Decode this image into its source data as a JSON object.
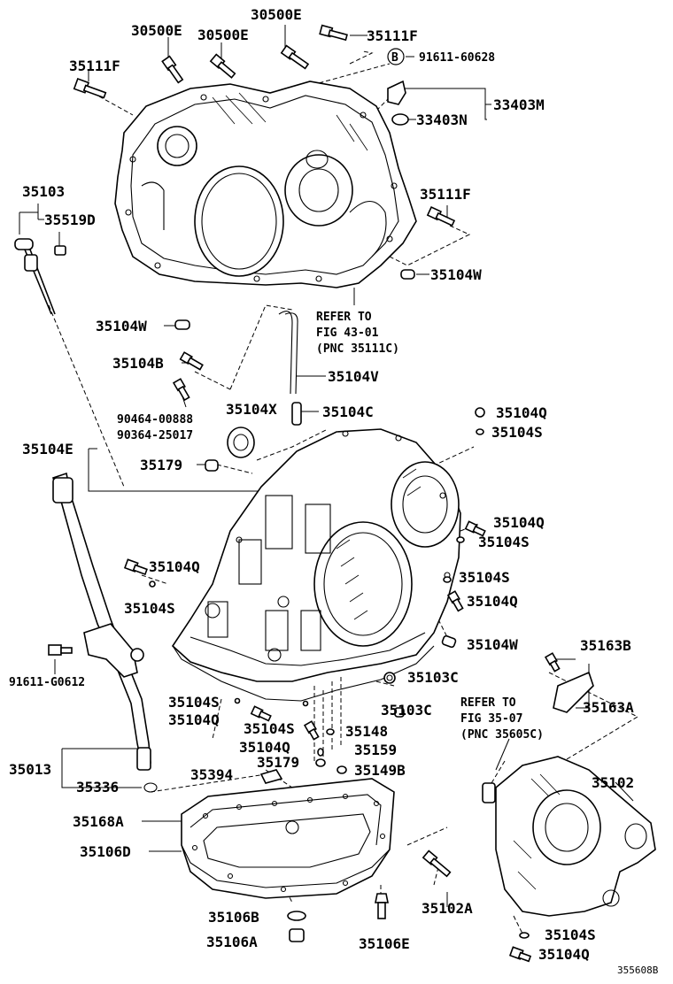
{
  "labels": {
    "l_30500E_a": "30500E",
    "l_30500E_b": "30500E",
    "l_30500E_c": "30500E",
    "l_35111F_a": "35111F",
    "l_35111F_b": "35111F",
    "l_35111F_c": "35111F",
    "l_B": "B",
    "l_91611_60628": "91611-60628",
    "l_33403M": "33403M",
    "l_33403N": "33403N",
    "l_35103": "35103",
    "l_35519D": "35519D",
    "l_35104W_a": "35104W",
    "l_35104W_b": "35104W",
    "l_35104W_c": "35104W",
    "l_refer1_a": "REFER TO",
    "l_refer1_b": "FIG 43-01",
    "l_refer1_c": "(PNC 35111C)",
    "l_35104B": "35104B",
    "l_35104V": "35104V",
    "l_90464": "90464-00888",
    "l_90364": "90364-25017",
    "l_35104X": "35104X",
    "l_35104C": "35104C",
    "l_35104Q_a": "35104Q",
    "l_35104S_a": "35104S",
    "l_35104E": "35104E",
    "l_35179_a": "35179",
    "l_35104Q_b": "35104Q",
    "l_35104S_b": "35104S",
    "l_35104Q_c": "35104Q",
    "l_35104S_c": "35104S",
    "l_35104S_d": "35104S",
    "l_35104Q_d": "35104Q",
    "l_91611_G0612": "91611-G0612",
    "l_35163B": "35163B",
    "l_35103C_a": "35103C",
    "l_35103C_b": "35103C",
    "l_35104S_e": "35104S",
    "l_35104Q_e": "35104Q",
    "l_35104S_f": "35104S",
    "l_35148": "35148",
    "l_35163A": "35163A",
    "l_refer2_a": "REFER TO",
    "l_refer2_b": "FIG 35-07",
    "l_refer2_c": "(PNC 35605C)",
    "l_35104Q_f": "35104Q",
    "l_35159": "35159",
    "l_35179_b": "35179",
    "l_35149B": "35149B",
    "l_35013": "35013",
    "l_35336": "35336",
    "l_35394": "35394",
    "l_35102": "35102",
    "l_35168A": "35168A",
    "l_35106D": "35106D",
    "l_35102A": "35102A",
    "l_35106B": "35106B",
    "l_35106A": "35106A",
    "l_35106E": "35106E",
    "l_35104S_g": "35104S",
    "l_35104Q_g": "35104Q",
    "l_figid": "355608B"
  }
}
